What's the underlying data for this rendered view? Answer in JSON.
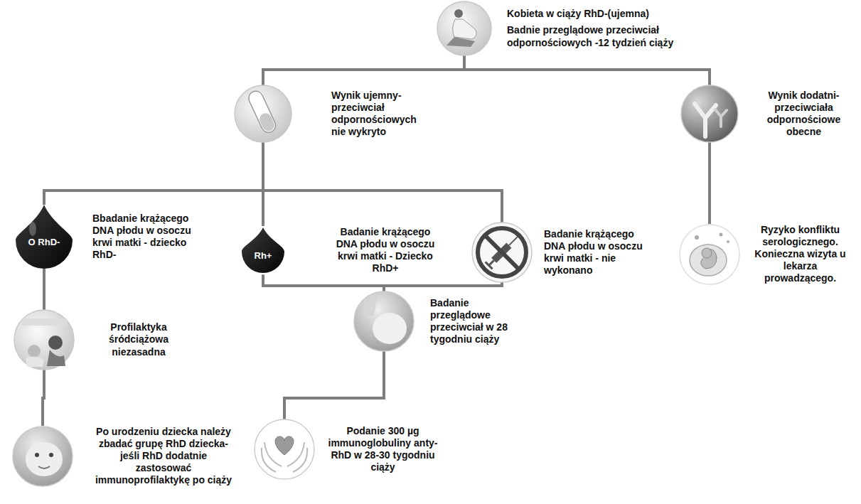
{
  "diagram": {
    "nodes": [
      {
        "text": [
          "Kobieta w ciąży RhD-(ujemna)",
          "Badnie przeglądowe przeciwciał odpornościowych -12 tydzień ciąży"
        ]
      },
      {
        "text": [
          "Wynik ujemny- przeciwciał odpornościowych nie wykryto"
        ]
      },
      {
        "text": [
          "Wynik dodatni- przeciwciała odpornościowe obecne"
        ]
      },
      {
        "text": [
          "O RhD-",
          "Bbadanie krążącego DNA płodu w osoczu krwi matki - dziecko RhD-"
        ]
      },
      {
        "text": [
          "Rh+",
          "Badanie krążącego DNA płodu w osoczu krwi matki - Dziecko RhD+"
        ]
      },
      {
        "text": [
          "Badanie krążącego DNA płodu w osoczu krwi matki - nie wykonano"
        ]
      },
      {
        "text": [
          "Ryzyko konfliktu serologicznego. Konieczna wizyta u lekarza prowadzącego."
        ]
      },
      {
        "text": [
          "Profilaktyka śródciążowa niezasadna"
        ]
      },
      {
        "text": [
          "Badanie przeglądowe przeciwciał w 28 tygodniu ciąży"
        ]
      },
      {
        "text": [
          "Po urodzeniu dziecka należy zbadać grupę RhD dziecka-jeśli RhD dodatnie zastosować immunoprofilaktykę po ciąży"
        ]
      },
      {
        "text": [
          "Podanie 300 µg immunoglobuliny anty-RhD w 28-30 tygodniu ciąży"
        ]
      }
    ],
    "edges": [
      {
        "from": 0,
        "to": 1,
        "arrow": "none"
      },
      {
        "from": 0,
        "to": 2,
        "arrow": "none"
      },
      {
        "from": 1,
        "to": 3,
        "arrow": "none"
      },
      {
        "from": 1,
        "to": 4,
        "arrow": "none"
      },
      {
        "from": 1,
        "to": 5,
        "arrow": "none"
      },
      {
        "from": 2,
        "to": 6,
        "arrow": "none"
      },
      {
        "from": 3,
        "to": 7,
        "arrow": "none"
      },
      {
        "from": 7,
        "to": 9,
        "arrow": "none"
      },
      {
        "from": 4,
        "to": 8,
        "arrow": "none"
      },
      {
        "from": 5,
        "to": 8,
        "arrow": "none"
      },
      {
        "from": 8,
        "to": 10,
        "arrow": "none"
      }
    ]
  }
}
